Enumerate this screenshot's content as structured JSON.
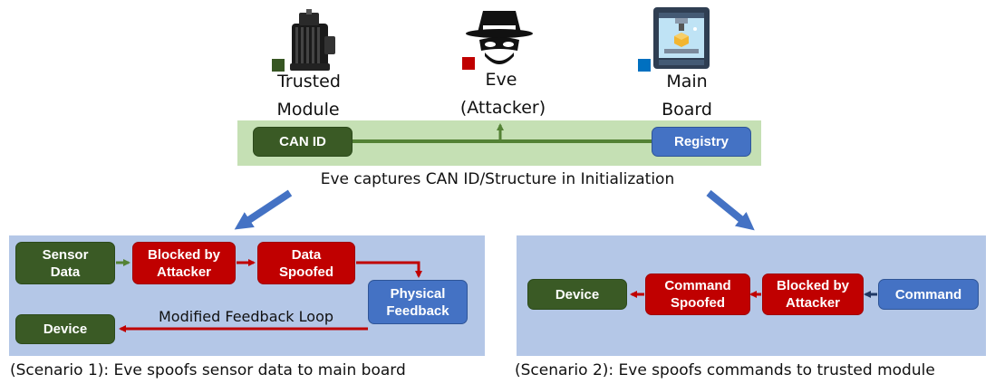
{
  "top": {
    "trusted_module": {
      "label_line1": "Trusted",
      "label_line2": "Module",
      "square_color": "#375623"
    },
    "eve": {
      "label_line1": "Eve",
      "label_line2": "(Attacker)",
      "square_color": "#c00000"
    },
    "main_board": {
      "label_line1": "Main",
      "label_line2": "Board",
      "square_color": "#0070c0"
    },
    "bus": {
      "can_id": "CAN ID",
      "registry": "Registry"
    },
    "caption": "Eve captures CAN ID/Structure in Initialization"
  },
  "scenario1": {
    "sensor_data": "Sensor Data",
    "blocked": "Blocked by Attacker",
    "data_spoofed": "Data Spoofed",
    "physical_feedback": "Physical Feedback",
    "device": "Device",
    "loop_label": "Modified Feedback Loop",
    "caption": "(Scenario 1): Eve spoofs sensor data to main board"
  },
  "scenario2": {
    "device": "Device",
    "command_spoofed": "Command Spoofed",
    "blocked": "Blocked by Attacker",
    "command": "Command",
    "caption": "(Scenario 2): Eve spoofs commands to trusted module"
  },
  "colors": {
    "green": "#375623",
    "red": "#c00000",
    "blue": "#4472c4",
    "panel": "#b4c7e7",
    "bus": "#c5e0b4"
  }
}
